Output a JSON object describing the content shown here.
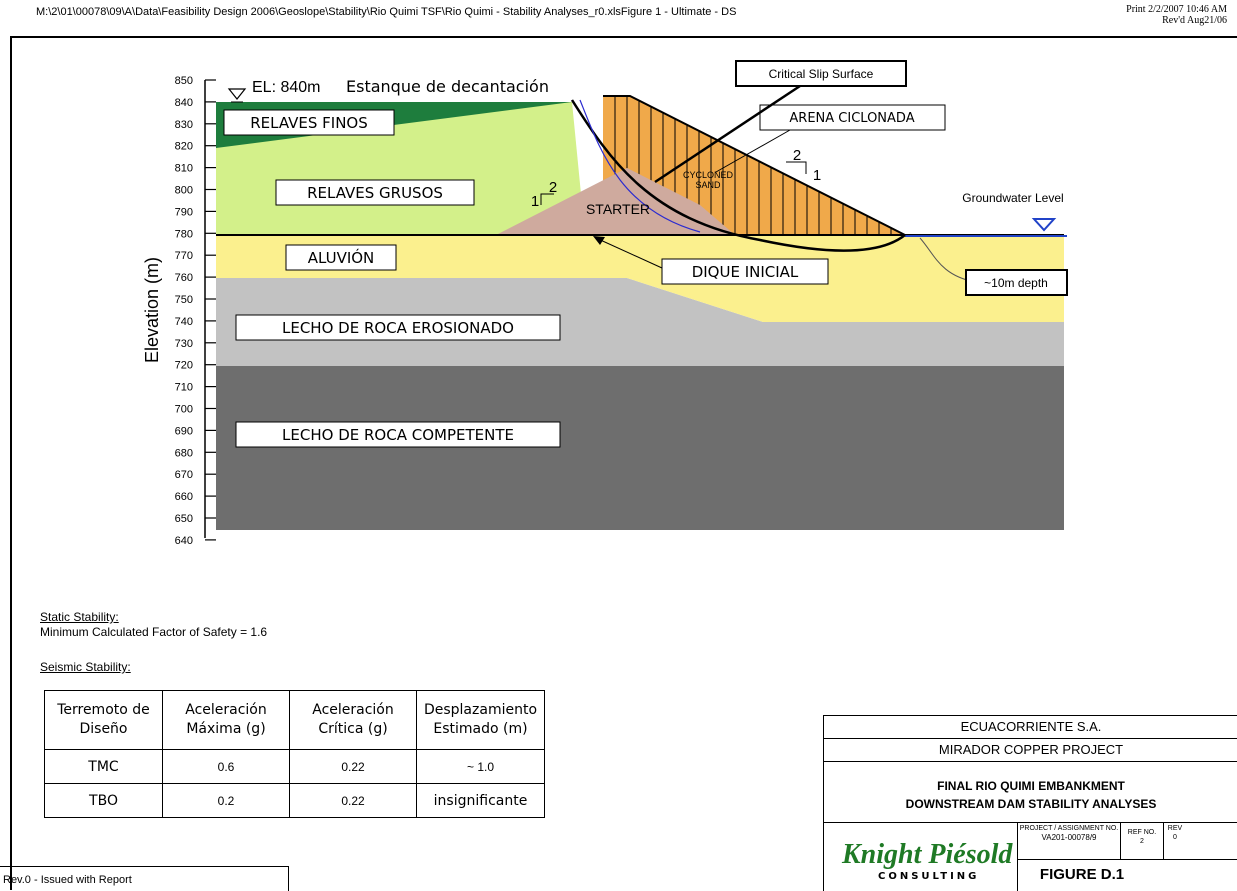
{
  "header": {
    "path": "M:\\2\\01\\00078\\09\\A\\Data\\Feasibility Design 2006\\Geoslope\\Stability\\Rio Quimi TSF\\Rio Quimi - Stability Analyses_r0.xlsFigure 1 - Ultimate - DS",
    "print_line": "Print 2/2/2007  10:46 AM",
    "rev_line": "Rev'd Aug21/06"
  },
  "diagram": {
    "y_axis_label": "Elevation (m)",
    "y_ticks": [
      "850",
      "840",
      "830",
      "820",
      "810",
      "800",
      "790",
      "780",
      "770",
      "760",
      "750",
      "740",
      "730",
      "720",
      "710",
      "700",
      "690",
      "680",
      "670",
      "660",
      "650",
      "640"
    ],
    "el_label": "EL: 840m",
    "pond_label": "Estanque de decantación",
    "critical_slip_label": "Critical Slip Surface",
    "arena_label": "ARENA CICLONADA",
    "relaves_finos": "RELAVES FINOS",
    "relaves_gruesos": "RELAVES GRUSOS",
    "cycloned_sand_1": "CYCLONED",
    "cycloned_sand_2": "SAND",
    "starter": "STARTER",
    "groundwater": "Groundwater Level",
    "aluvion": "ALUVIÓN",
    "dique_inicial": "DIQUE INICIAL",
    "depth_label": "~10m depth",
    "lecho_erosionado": "LECHO DE ROCA EROSIONADO",
    "lecho_competente": "LECHO DE ROCA COMPETENTE",
    "slope_upper_v": "2",
    "slope_upper_h": "1",
    "slope_lower_v": "2",
    "slope_lower_h": "1",
    "colors": {
      "fine_tailings": "#1e7d3d",
      "coarse_tailings": "#d3f08a",
      "cycloned_sand": "#f0a94a",
      "starter": "#cfaa9e",
      "alluvium": "#fbf08e",
      "weathered_rock": "#c2c2c2",
      "competent_rock": "#6e6e6e",
      "water": "#2143c8"
    }
  },
  "notes": {
    "static_title": "Static Stability:",
    "static_value": "Minimum Calculated Factor of Safety = 1.6",
    "seismic_title": "Seismic Stability:"
  },
  "seismic_table": {
    "headers": [
      "Terremoto de Diseño",
      "Aceleración Máxima (g)",
      "Aceleración Crítica (g)",
      "Desplazamiento Estimado (m)"
    ],
    "rows": [
      [
        "TMC",
        "0.6",
        "0.22",
        "~ 1.0"
      ],
      [
        "TBO",
        "0.2",
        "0.22",
        "insignificante"
      ]
    ]
  },
  "title_block": {
    "client": "ECUACORRIENTE S.A.",
    "project": "MIRADOR COPPER PROJECT",
    "title_1": "FINAL RIO QUIMI  EMBANKMENT",
    "title_2": "DOWNSTREAM DAM STABILITY ANALYSES",
    "company": "Knight Piésold",
    "company_sub": "CONSULTING",
    "project_no_label": "PROJECT / ASSIGNMENT NO.",
    "project_no": "VA201-00078/9",
    "ref_label": "REF NO.",
    "ref_value": "2",
    "rev_label": "REV",
    "rev_value": "0",
    "figure": "FIGURE D.1"
  },
  "revision": "Rev.0 - Issued with Report"
}
